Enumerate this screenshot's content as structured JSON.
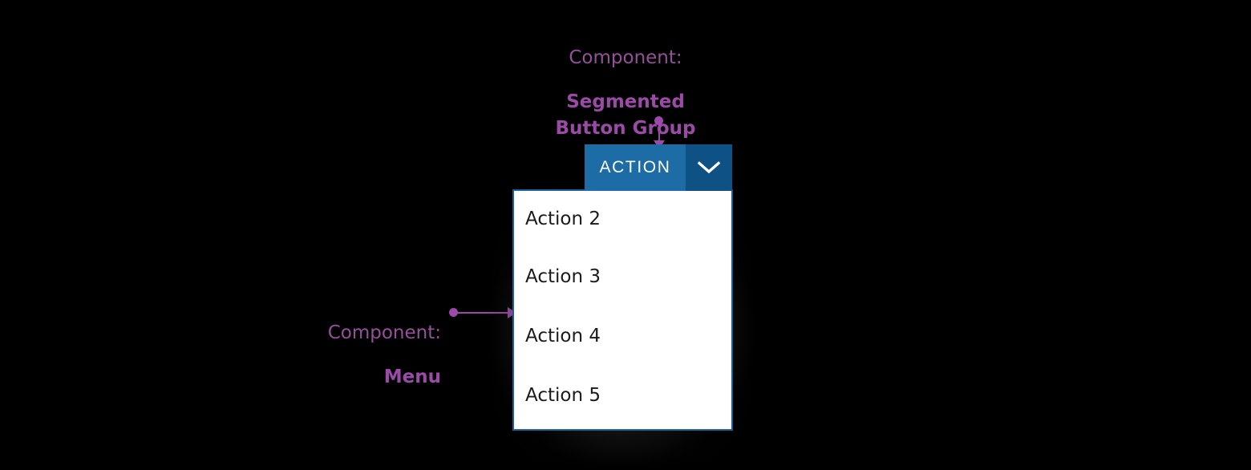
{
  "canvas": {
    "background": "#000000",
    "annotation_color": "#9b4aa8"
  },
  "annotations": [
    {
      "id": "segmented-button-group",
      "label": "Component:",
      "name": "Segmented\nButton Group",
      "connector": "arrow-down"
    },
    {
      "id": "menu",
      "label": "Component:",
      "name": "Menu",
      "connector": "arrow-right"
    }
  ],
  "segmented_button_group": {
    "primary_label": "ACTION",
    "primary_background": "#1d6ca5",
    "toggle_background": "#0e5185",
    "toggle_icon": "chevron-down-icon",
    "text_color": "#ffffff"
  },
  "menu": {
    "border_color": "#1a5f96",
    "background": "#ffffff",
    "text_color": "#1b1b1b",
    "items": [
      {
        "label": "Action 2"
      },
      {
        "label": "Action 3"
      },
      {
        "label": "Action 4"
      },
      {
        "label": "Action 5"
      }
    ]
  }
}
